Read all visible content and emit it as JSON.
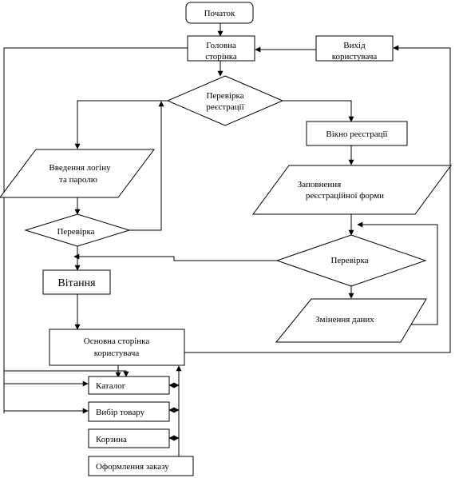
{
  "nodes": {
    "start": "Початок",
    "home_line1": "Головна",
    "home_line2": "сторінка",
    "logout_line1": "Вихід",
    "logout_line2": "користувача",
    "reg_check_line1": "Перевірка",
    "reg_check_line2": "реєстрації",
    "reg_window": "Вікно реєстрації",
    "login_input_line1": "Введення логіну",
    "login_input_line2": "та паролю",
    "fill_form_line1": "Заповнення",
    "fill_form_line2": "реєстраційної форми",
    "check_left": "Перевірка",
    "check_right": "Перевірка",
    "welcome": "Вітання",
    "edit_data": "Змінення даних",
    "user_page_line1": "Основна сторінка",
    "user_page_line2": "користувача",
    "catalog": "Каталог",
    "choose_product": "Вибір товару",
    "cart": "Корзина",
    "checkout": "Оформлення заказу"
  }
}
